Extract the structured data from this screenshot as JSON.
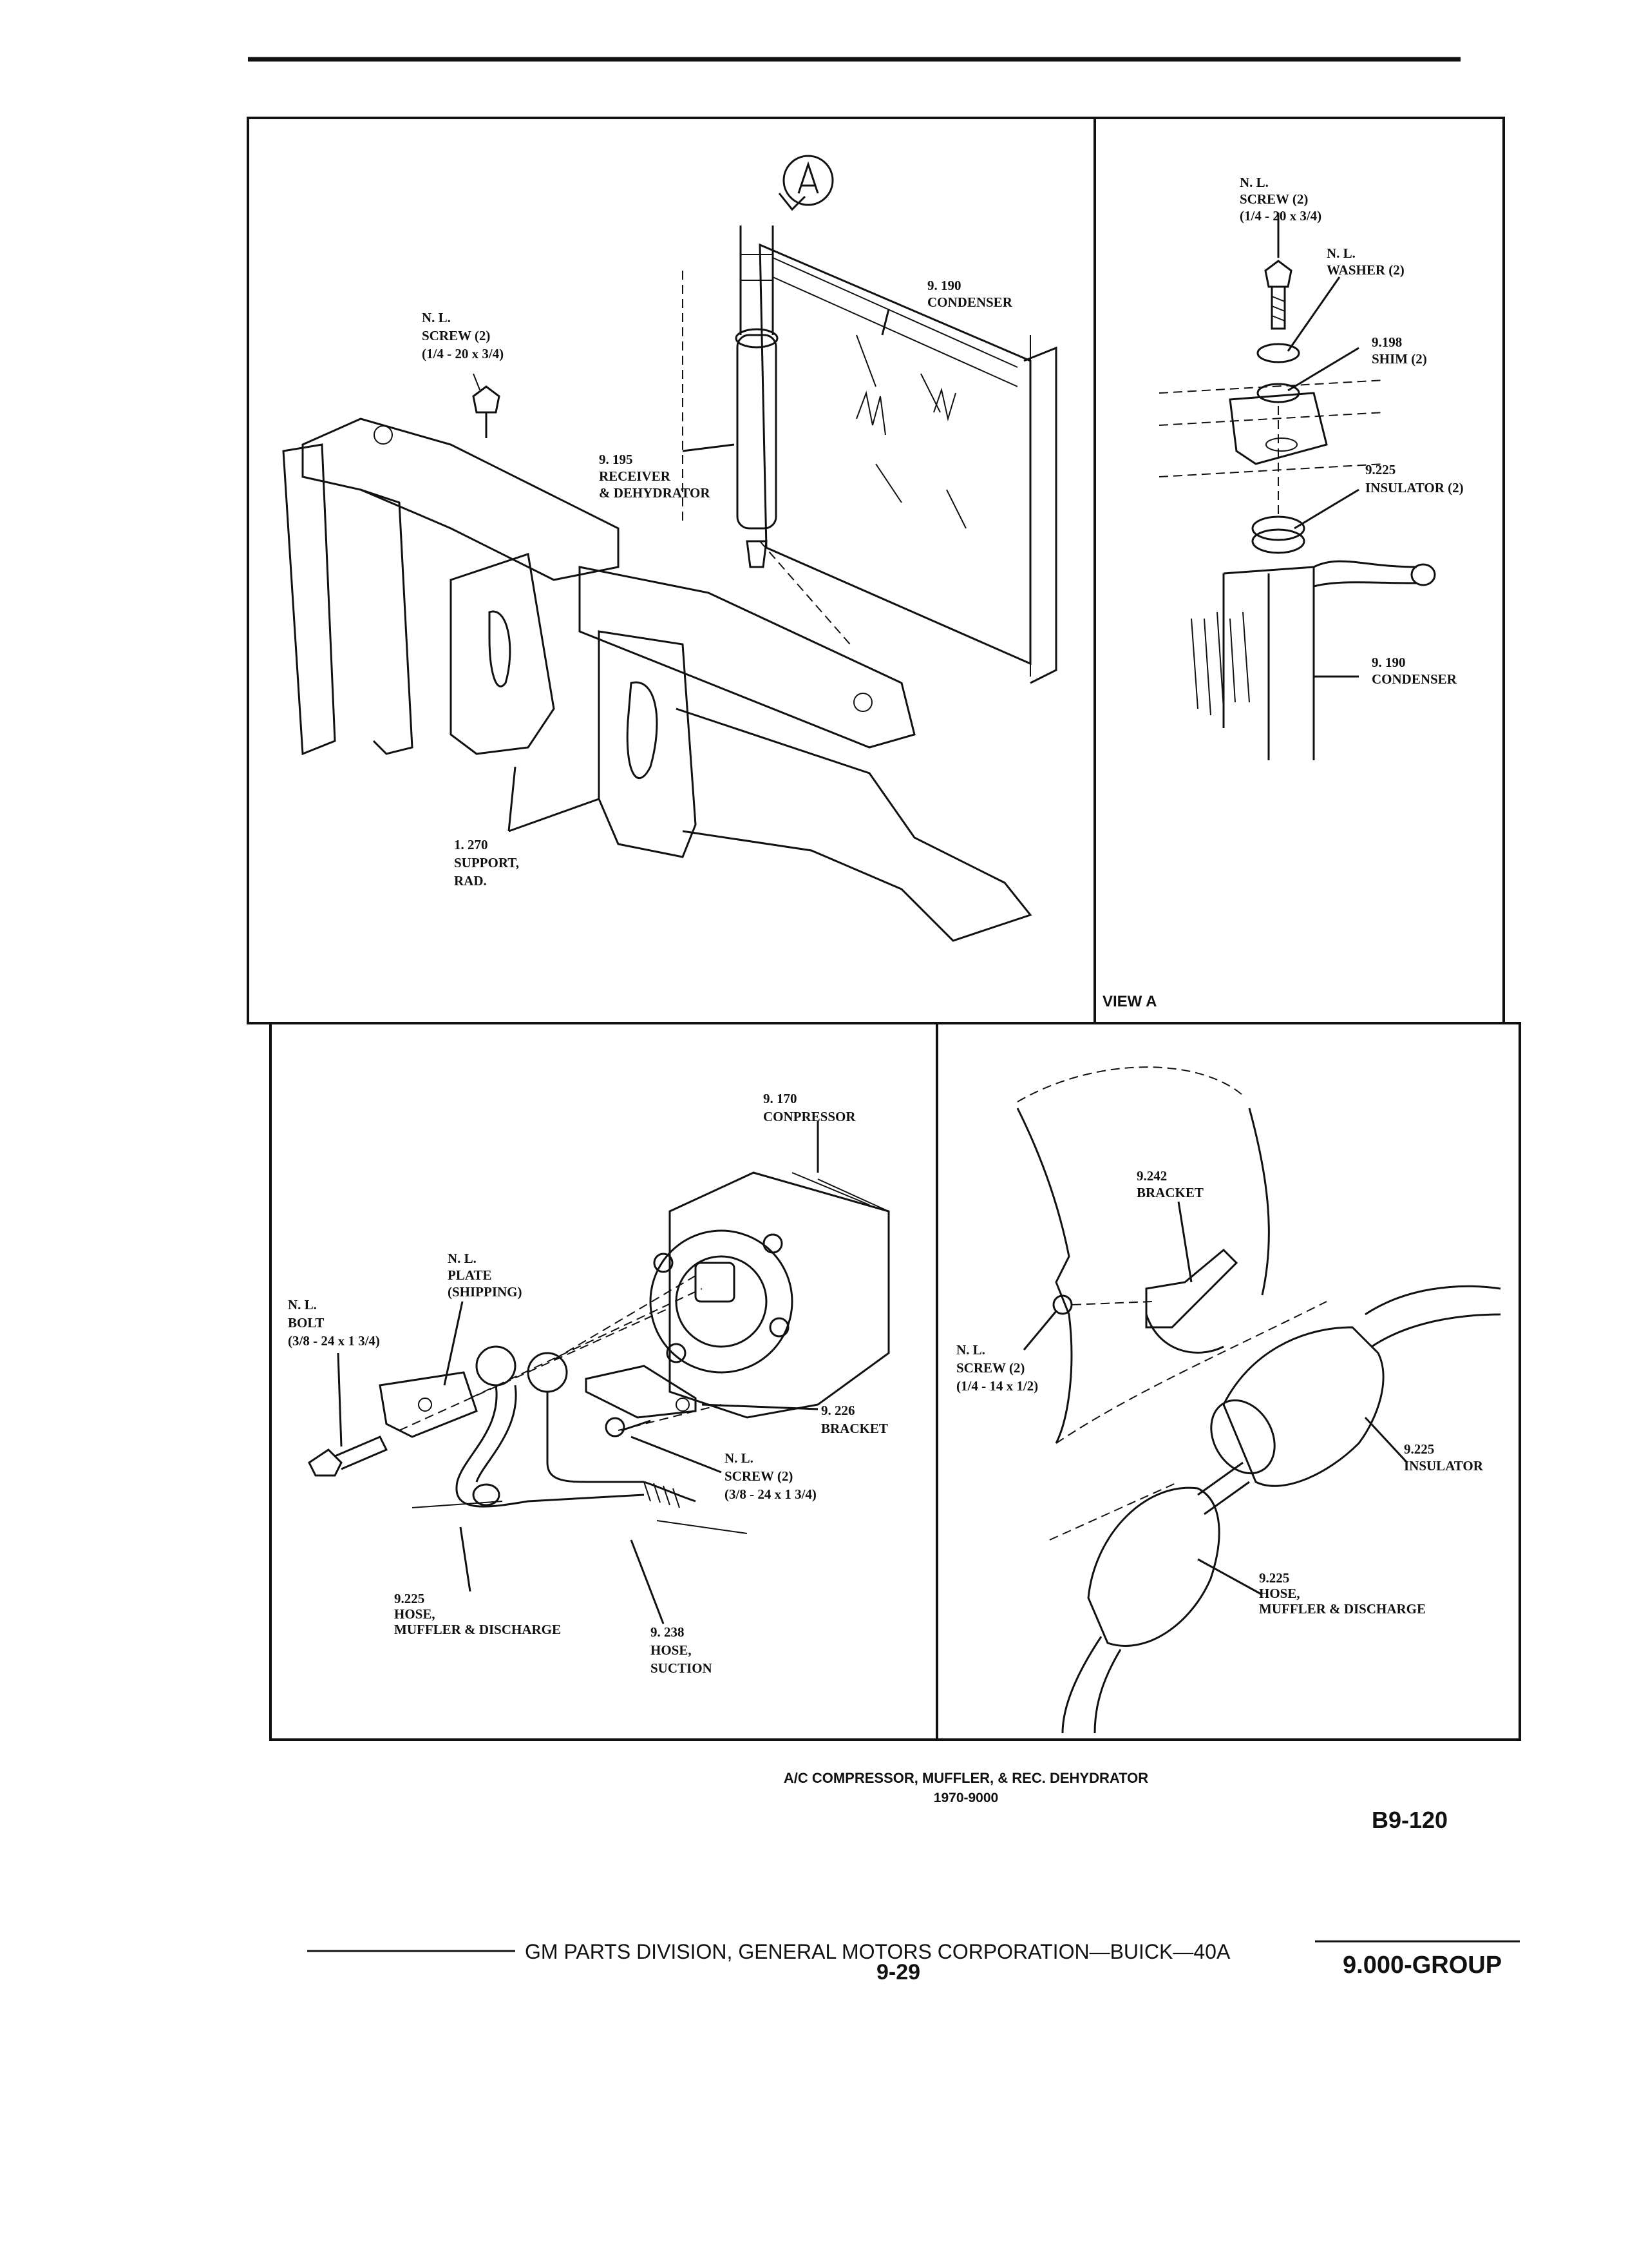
{
  "panels": {
    "top_left": {
      "labels": {
        "nl_screw": [
          "N. L.",
          "SCREW (2)",
          "(1/4 - 20 x 3/4)"
        ],
        "condenser": [
          "9. 190",
          "CONDENSER"
        ],
        "receiver": [
          "9. 195",
          "RECEIVER",
          "& DEHYDRATOR"
        ],
        "support": [
          "1. 270",
          "SUPPORT,",
          "RAD."
        ]
      }
    },
    "top_right": {
      "view_label": "VIEW A",
      "labels": {
        "nl_screw": [
          "N. L.",
          "SCREW (2)",
          "(1/4 - 20 x 3/4)"
        ],
        "nl_washer": [
          "N. L.",
          "WASHER (2)"
        ],
        "shim": [
          "9.198",
          "SHIM (2)"
        ],
        "insulator": [
          "9.225",
          "INSULATOR (2)"
        ],
        "condenser": [
          "9. 190",
          "CONDENSER"
        ]
      }
    },
    "bottom_left": {
      "labels": {
        "compressor": [
          "9. 170",
          "CONPRESSOR"
        ],
        "nl_plate": [
          "N. L.",
          "PLATE",
          "(SHIPPING)"
        ],
        "nl_bolt": [
          "N. L.",
          "BOLT",
          "(3/8 - 24 x 1 3/4)"
        ],
        "bracket": [
          "9. 226",
          "BRACKET"
        ],
        "nl_screw": [
          "N. L.",
          "SCREW (2)",
          "(3/8 - 24 x 1 3/4)"
        ],
        "hose_muffler": [
          "9.225",
          "HOSE,",
          "MUFFLER & DISCHARGE"
        ],
        "hose_suction": [
          "9. 238",
          "HOSE,",
          "SUCTION"
        ]
      }
    },
    "bottom_right": {
      "labels": {
        "bracket": [
          "9.242",
          "BRACKET"
        ],
        "nl_screw": [
          "N. L.",
          "SCREW (2)",
          "(1/4 - 14 x 1/2)"
        ],
        "insulator": [
          "9.225",
          "INSULATOR"
        ],
        "hose_muffler": [
          "9.225",
          "HOSE,",
          "MUFFLER & DISCHARGE"
        ]
      }
    }
  },
  "caption": {
    "title": "A/C COMPRESSOR, MUFFLER, & REC. DEHYDRATOR",
    "subtitle": "1970-9000"
  },
  "figure_code": "B9-120",
  "footer": {
    "publisher": "GM PARTS DIVISION, GENERAL MOTORS CORPORATION—BUICK—40A",
    "page_number": "9-29",
    "group": "9.000-GROUP"
  },
  "icons": {
    "view_arrow": "circled-A-arrow-icon"
  }
}
